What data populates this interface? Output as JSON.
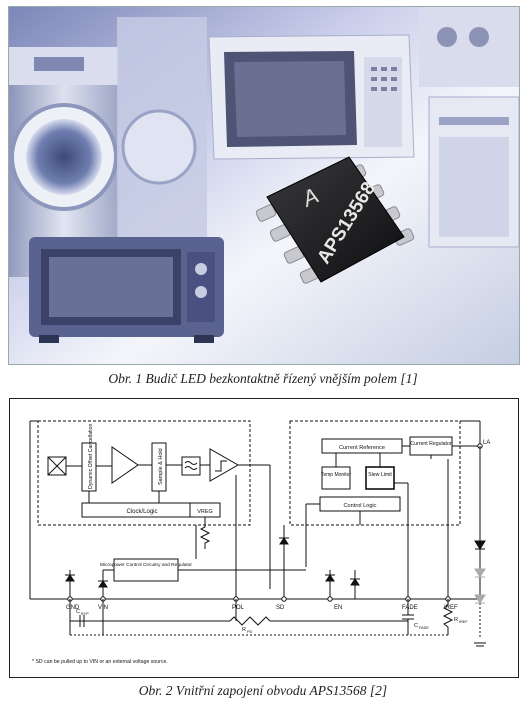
{
  "figure1": {
    "chip_marking": "APS13568",
    "logo": "A",
    "caption": "Obr. 1  Budič LED bezkontaktně řízený vnějším polem [1]"
  },
  "figure2": {
    "caption": "Obr. 2  Vnitřní zapojení obvodu APS13568 [2]",
    "blocks": {
      "dynamic_offset": "Dynamic Offset Cancellation",
      "sample_hold": "Sample & Hold",
      "clock_logic": "Clock/Logic",
      "vreg": "VREG",
      "micropower": "Micropower Control Circuitry and Regulator",
      "current_reference": "Current Reference",
      "current_regulator": "Current Regulator",
      "temp_monitor": "Temp Monitor",
      "slew_limit": "Slew Limit",
      "control_logic": "Control Logic"
    },
    "pins": {
      "la": "LA",
      "gnd": "GND",
      "vin": "VIN",
      "pol": "POL",
      "sd": "SD",
      "en": "EN",
      "fade": "FADE",
      "iref": "IREF"
    },
    "components": {
      "cbyp": "C",
      "cbyp_sub": "BYP",
      "rpd": "R",
      "rpd_sub": "PD",
      "cfade": "C",
      "cfade_sub": "FADE",
      "riref": "R",
      "riref_sub": "IREF"
    },
    "note": "* SD can be pulled up to VIN or an external voltage source."
  }
}
